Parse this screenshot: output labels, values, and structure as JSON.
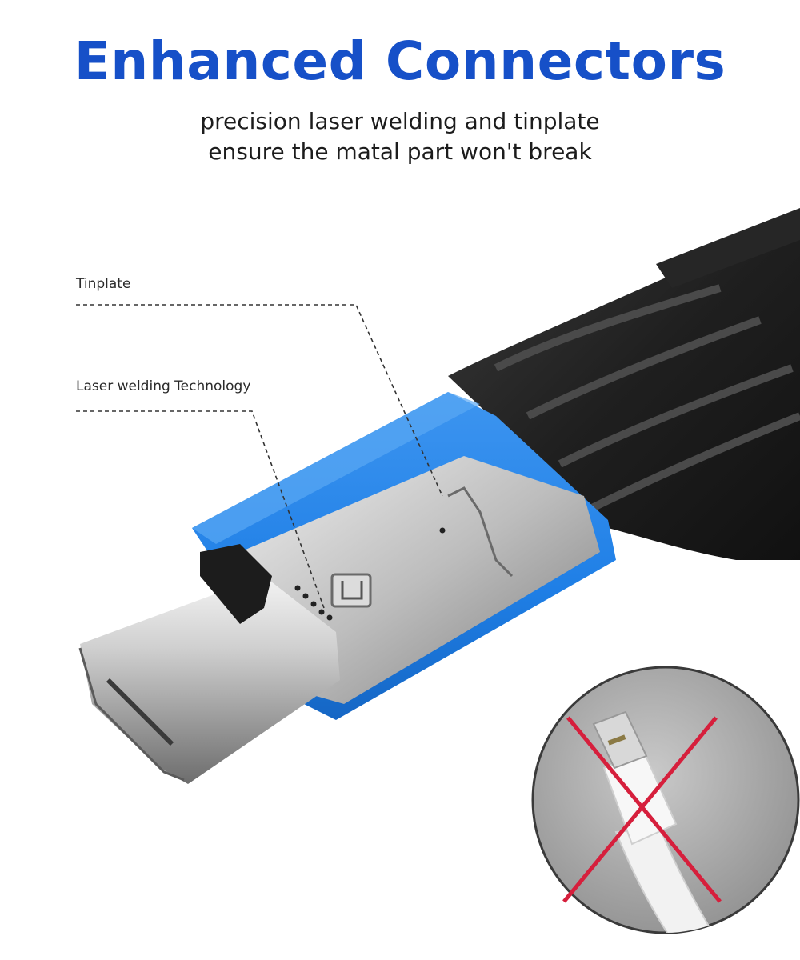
{
  "header": {
    "title": "Enhanced Connectors",
    "subtitle_line1": "precision laser welding and tinplate",
    "subtitle_line2": "ensure the matal part won't break"
  },
  "callouts": {
    "tinplate": "Tinplate",
    "laser_welding": "Laser welding Technology"
  },
  "colors": {
    "title": "#1650c8",
    "accent_blue": "#1f7fe6",
    "cross_red": "#d61f3c",
    "braid": "#2a2a2a",
    "metal": "#c8c8c8"
  },
  "icons": {
    "inset": "broken-connector-crossed-icon"
  }
}
